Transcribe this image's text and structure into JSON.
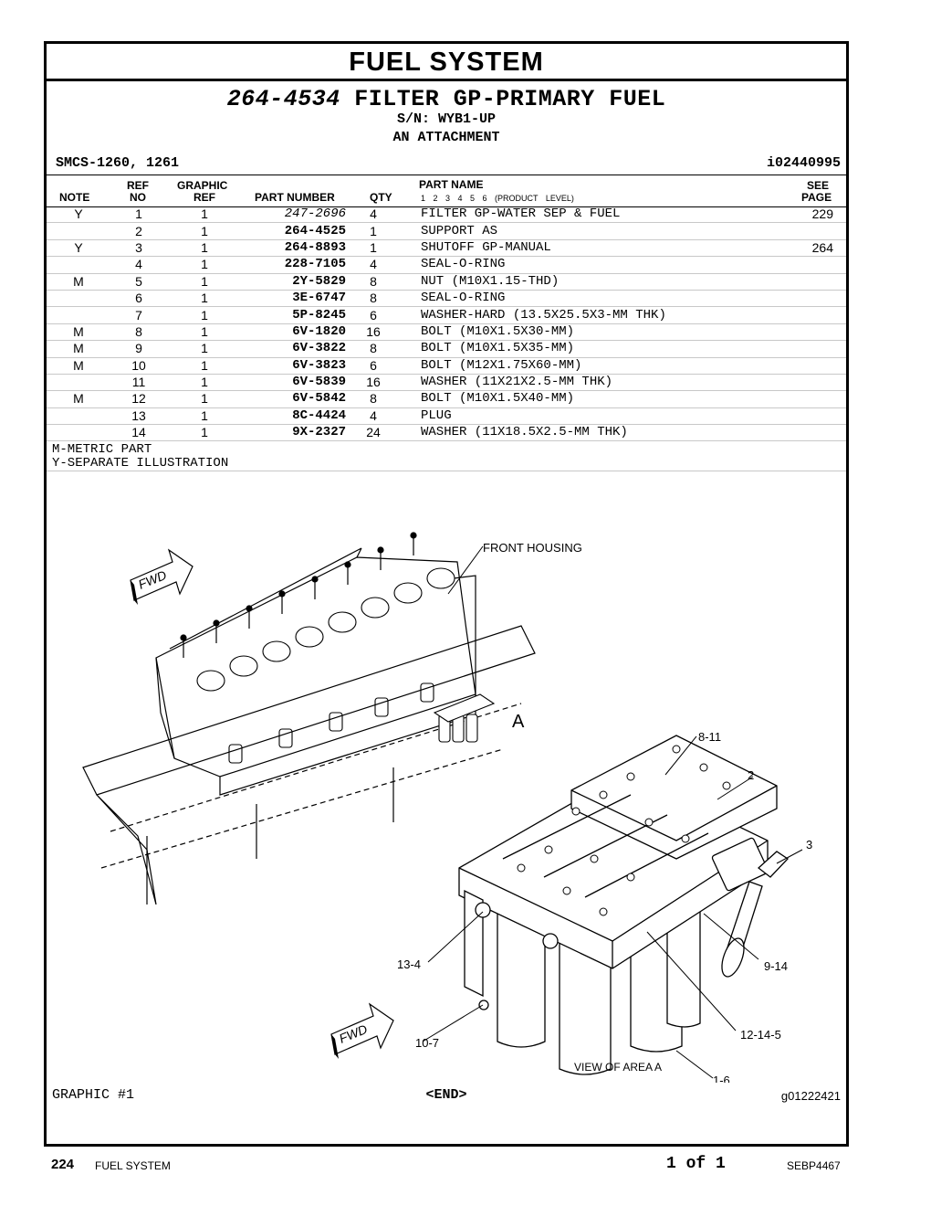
{
  "section_title": "FUEL SYSTEM",
  "group": {
    "part_number": "264-4534",
    "name": "FILTER GP-PRIMARY FUEL",
    "serial": "S/N: WYB1-UP",
    "attachment": "AN ATTACHMENT"
  },
  "smcs": "SMCS-1260, 1261",
  "doc_id": "i02440995",
  "columns": {
    "note": "NOTE",
    "ref_top": "REF",
    "ref_bottom": "NO",
    "graphic_top": "GRAPHIC",
    "graphic_bottom": "REF",
    "part_number": "PART NUMBER",
    "qty": "QTY",
    "part_name": "PART NAME",
    "product_levels": "1 2 3 4 5 6 (PRODUCT LEVEL)",
    "see_top": "SEE",
    "see_bottom": "PAGE"
  },
  "parts": [
    {
      "note": "Y",
      "ref": "1",
      "graphic": "1",
      "part_number": "247-2696",
      "qty": "4",
      "name": "FILTER GP-WATER SEP & FUEL",
      "see": "229"
    },
    {
      "note": "",
      "ref": "2",
      "graphic": "1",
      "part_number": "264-4525",
      "qty": "1",
      "name": "SUPPORT AS",
      "see": ""
    },
    {
      "note": "Y",
      "ref": "3",
      "graphic": "1",
      "part_number": "264-8893",
      "qty": "1",
      "name": "SHUTOFF GP-MANUAL",
      "see": "264"
    },
    {
      "note": "",
      "ref": "4",
      "graphic": "1",
      "part_number": "228-7105",
      "qty": "4",
      "name": "SEAL-O-RING",
      "see": ""
    },
    {
      "note": "M",
      "ref": "5",
      "graphic": "1",
      "part_number": "2Y-5829",
      "qty": "8",
      "name": "NUT (M10X1.15-THD)",
      "see": ""
    },
    {
      "note": "",
      "ref": "6",
      "graphic": "1",
      "part_number": "3E-6747",
      "qty": "8",
      "name": "SEAL-O-RING",
      "see": ""
    },
    {
      "note": "",
      "ref": "7",
      "graphic": "1",
      "part_number": "5P-8245",
      "qty": "6",
      "name": "WASHER-HARD (13.5X25.5X3-MM THK)",
      "see": ""
    },
    {
      "note": "M",
      "ref": "8",
      "graphic": "1",
      "part_number": "6V-1820",
      "qty": "16",
      "name": "BOLT (M10X1.5X30-MM)",
      "see": ""
    },
    {
      "note": "M",
      "ref": "9",
      "graphic": "1",
      "part_number": "6V-3822",
      "qty": "8",
      "name": "BOLT (M10X1.5X35-MM)",
      "see": ""
    },
    {
      "note": "M",
      "ref": "10",
      "graphic": "1",
      "part_number": "6V-3823",
      "qty": "6",
      "name": "BOLT (M12X1.75X60-MM)",
      "see": ""
    },
    {
      "note": "",
      "ref": "11",
      "graphic": "1",
      "part_number": "6V-5839",
      "qty": "16",
      "name": "WASHER (11X21X2.5-MM THK)",
      "see": ""
    },
    {
      "note": "M",
      "ref": "12",
      "graphic": "1",
      "part_number": "6V-5842",
      "qty": "8",
      "name": "BOLT (M10X1.5X40-MM)",
      "see": ""
    },
    {
      "note": "",
      "ref": "13",
      "graphic": "1",
      "part_number": "8C-4424",
      "qty": "4",
      "name": "PLUG",
      "see": ""
    },
    {
      "note": "",
      "ref": "14",
      "graphic": "1",
      "part_number": "9X-2327",
      "qty": "24",
      "name": "WASHER (11X18.5X2.5-MM THK)",
      "see": ""
    }
  ],
  "notes": [
    "M-METRIC PART",
    "Y-SEPARATE ILLUSTRATION"
  ],
  "illustration": {
    "front_housing": "FRONT HOUSING",
    "fwd": "FWD",
    "area": "A",
    "view_caption": "VIEW OF AREA A",
    "callouts": {
      "c8_11": "8-11",
      "c2": "2",
      "c3": "3",
      "c13_4": "13-4",
      "c9_14": "9-14",
      "c12_14_5": "12-14-5",
      "c10_7": "10-7",
      "c1_6": "1-6"
    }
  },
  "graphic_label": "GRAPHIC #1",
  "end_marker": "<END>",
  "graphic_id": "g01222421",
  "footer": {
    "page_number": "224",
    "section": "FUEL SYSTEM",
    "page_of": "1 of 1",
    "doc_number": "SEBP4467"
  }
}
